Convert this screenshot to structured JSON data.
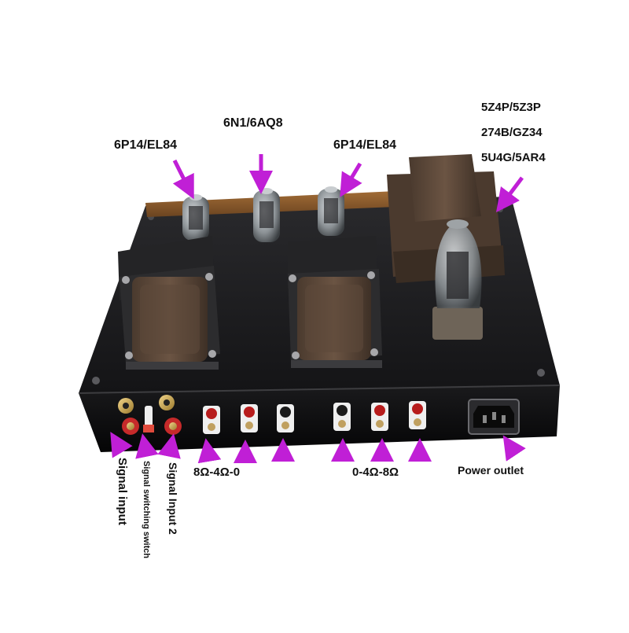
{
  "labels": {
    "tube_left": "6P14/EL84",
    "tube_center": "6N1/6AQ8",
    "tube_right": "6P14/EL84",
    "rectifier_line1": "5Z4P/5Z3P",
    "rectifier_line2": "274B/GZ34",
    "rectifier_line3": "5U4G/5AR4",
    "signal_input": "Signal input",
    "signal_switch": "Signal switching switch",
    "signal_input_2": "Signal Input 2",
    "speaker_left": "8Ω-4Ω-0",
    "speaker_right": "0-4Ω-8Ω",
    "power_outlet": "Power outlet"
  },
  "colors": {
    "arrow": "#c01fd6",
    "chassis_top": "#1c1c1e",
    "chassis_front": "#0d0d0f",
    "transformer": "#5a4536",
    "wood_strip": "#8a5a2b"
  }
}
